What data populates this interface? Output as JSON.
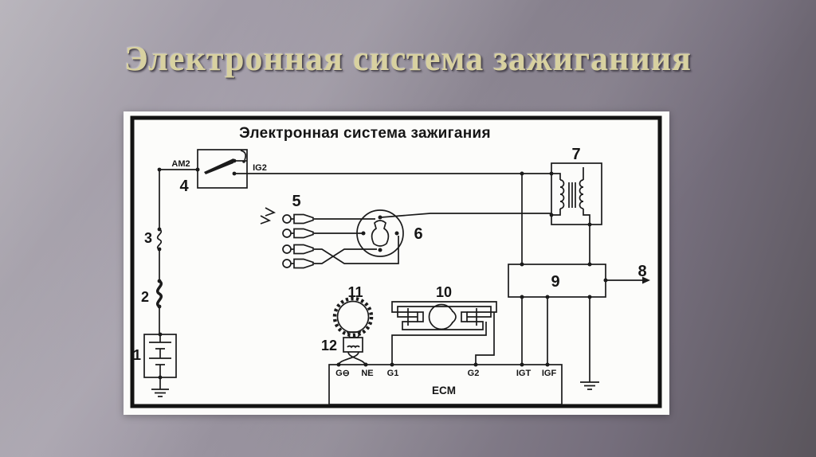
{
  "slide": {
    "title": "Электронная система зажиганиия",
    "title_color": "#d8d1a0",
    "background_top_left": "#ada9b1",
    "background_bottom_right": "#5a555c"
  },
  "diagram": {
    "title": "Электронная система зажигания",
    "paper_color": "#fcfcfa",
    "ink_color": "#1b1b1b",
    "labels": {
      "n1": "1",
      "n2": "2",
      "n3": "3",
      "n4": "4",
      "n5": "5",
      "n6": "6",
      "n7": "7",
      "n8": "8",
      "n9": "9",
      "n10": "10",
      "n11": "11",
      "n12": "12"
    },
    "terminals": {
      "am2": "AM2",
      "ig2": "IG2",
      "g_neg": "G⊖",
      "ne": "NE",
      "g1": "G1",
      "g2": "G2",
      "igt": "IGT",
      "igf": "IGF",
      "ecm": "ECM"
    }
  }
}
